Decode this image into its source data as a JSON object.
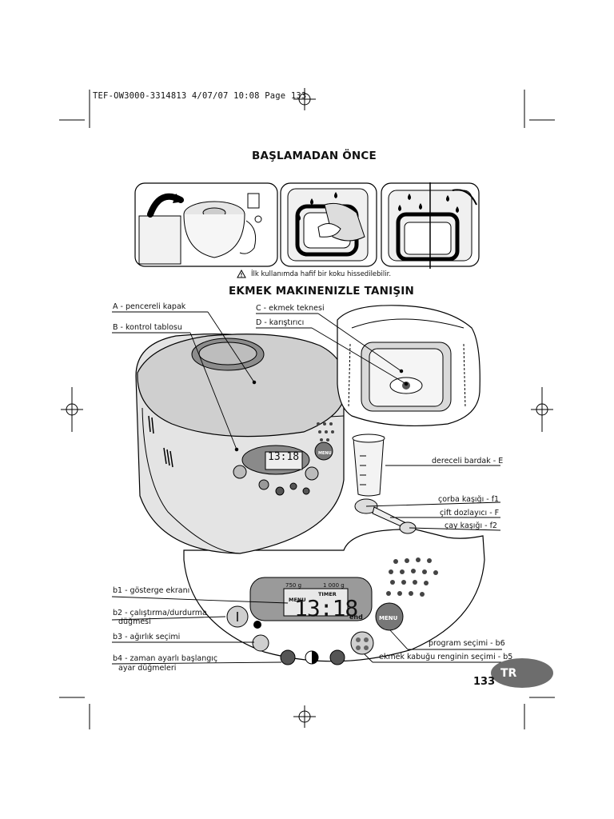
{
  "header": {
    "print_line": "TEF-OW3000-3314813  4/07/07  10:08  Page 133"
  },
  "sections": {
    "before_start": {
      "title": "BAŞLAMADAN ÖNCE",
      "warning": "İlk kullanımda hafif bir koku hissedilebilir."
    },
    "get_to_know": {
      "title": "EKMEK MAKINENIZLE TANIŞIN"
    }
  },
  "callouts": {
    "a": "A - pencereli kapak",
    "b": "B - kontrol tablosu",
    "c": "C - ekmek teknesi",
    "d": "D - karıştırıcı",
    "e": "dereceli bardak - E",
    "f1": "çorba kaşığı - f1",
    "f": "çift dozlayıcı - F",
    "f2": "çay kaşığı - f2",
    "b1": "b1 - gösterge ekranı",
    "b2_line1": "b2 - çalıştırma/durdurma",
    "b2_line2": "düğmesi",
    "b3": "b3 - ağırlık seçimi",
    "b4_line1": "b4 - zaman ayarlı başlangıç",
    "b4_line2": "ayar düğmeleri",
    "b6": "program seçimi - b6",
    "b5": "ekmek kabuğu renginin seçimi - b5"
  },
  "panel": {
    "weight_1": "750 g",
    "weight_2": "1 000 g",
    "timer": "TIMER",
    "menu_small": "MENU",
    "time_big": "13:18",
    "end": "end",
    "menu_button": "MENU",
    "small_display": "13:18",
    "small_menu": "MENU"
  },
  "footer": {
    "page_number": "133",
    "lang_badge": "TR"
  }
}
